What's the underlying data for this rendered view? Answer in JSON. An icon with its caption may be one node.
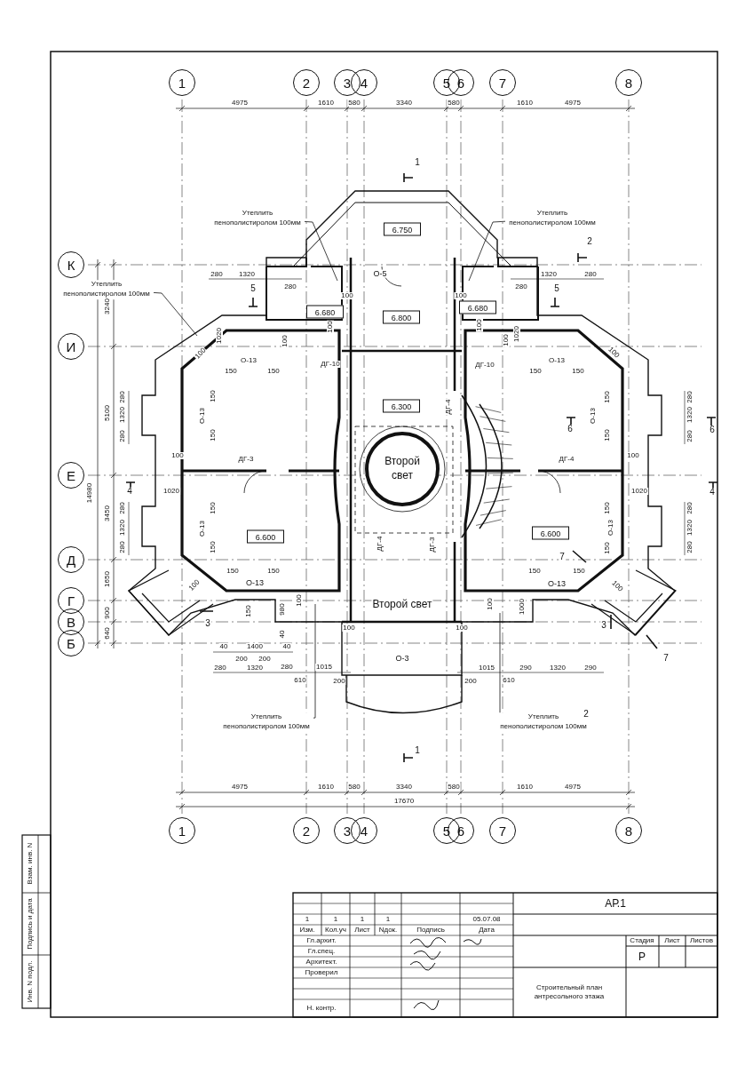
{
  "diagram": {
    "nodes": [
      {
        "text": [
          "1"
        ]
      },
      {
        "text": [
          "2"
        ]
      },
      {
        "text": [
          "3"
        ]
      },
      {
        "text": [
          "4"
        ]
      },
      {
        "text": [
          "5"
        ]
      },
      {
        "text": [
          "6"
        ]
      },
      {
        "text": [
          "7"
        ]
      },
      {
        "text": [
          "8"
        ]
      },
      {
        "text": [
          "Утеплить пенополистиролом 100мм"
        ]
      },
      {
        "text": [
          "Утеплить пенополистиролом 100мм"
        ]
      },
      {
        "text": [
          "Утеплить пенополистиролом 100мм"
        ]
      },
      {
        "text": [
          "К"
        ]
      },
      {
        "text": [
          "И"
        ]
      },
      {
        "text": [
          "Е"
        ]
      },
      {
        "text": [
          "Д"
        ]
      },
      {
        "text": [
          "Г"
        ]
      },
      {
        "text": [
          "В"
        ]
      },
      {
        "text": [
          "Б"
        ]
      },
      {
        "text": [
          "6.750"
        ]
      },
      {
        "text": [
          "6.680"
        ]
      },
      {
        "text": [
          "6.800"
        ]
      },
      {
        "text": [
          "6.680"
        ]
      },
      {
        "text": [
          "6.300"
        ]
      },
      {
        "text": [
          "Второй свет"
        ]
      },
      {
        "text": [
          "6.600"
        ]
      },
      {
        "text": [
          "6.600"
        ]
      },
      {
        "text": [
          "Утеплить пенополистиролом 100мм"
        ]
      },
      {
        "text": [
          "Утеплить пенополистиролом 100мм"
        ]
      },
      {
        "text": [
          "1"
        ]
      },
      {
        "text": [
          "2"
        ]
      },
      {
        "text": [
          "3"
        ]
      },
      {
        "text": [
          "4"
        ]
      },
      {
        "text": [
          "5"
        ]
      },
      {
        "text": [
          "6"
        ]
      },
      {
        "text": [
          "7"
        ]
      },
      {
        "text": [
          "8"
        ]
      }
    ],
    "edges": [
      {
        "from": 8,
        "to": null,
        "arrow": "none"
      },
      {
        "from": 9,
        "to": null,
        "arrow": "none"
      },
      {
        "from": 10,
        "to": null,
        "arrow": "none"
      },
      {
        "from": 26,
        "to": null,
        "arrow": "none"
      },
      {
        "from": 27,
        "to": null,
        "arrow": "none"
      }
    ],
    "labels": [
      "4975",
      "1610",
      "580",
      "3340",
      "580",
      "1610",
      "4975",
      "1",
      "2",
      "280",
      "1320",
      "5",
      "280",
      "100",
      "О-5",
      "100",
      "1020",
      "100",
      "100",
      "О-13",
      "150",
      "150",
      "ДГ-10",
      "280",
      "1320",
      "280",
      "5",
      "100",
      "100",
      "100",
      "1020",
      "100",
      "О-13",
      "150",
      "150",
      "ДГ-10",
      "ДГ-4",
      "280",
      "1320",
      "280",
      "150",
      "О-13",
      "150",
      "100",
      "ДГ-3",
      "4",
      "1020",
      "280",
      "1320",
      "280",
      "150",
      "О-13",
      "150",
      "3240",
      "5100",
      "14980",
      "3450",
      "1650",
      "900",
      "640",
      "150",
      "О-13",
      "150",
      "280",
      "1320",
      "280",
      "6",
      "6",
      "100",
      "ДГ-4",
      "4",
      "1020",
      "150",
      "О-13",
      "150",
      "280",
      "1320",
      "280",
      "7",
      "7",
      "ДГ-4",
      "ДГ-3",
      "Второй свет",
      "О-3",
      "150",
      "О-13",
      "150",
      "100",
      "3",
      "150",
      "980",
      "100",
      "100",
      "40",
      "1400",
      "40",
      "40",
      "200",
      "200",
      "280",
      "1320",
      "280",
      "610",
      "1015",
      "200",
      "150",
      "О-13",
      "150",
      "100",
      "100",
      "1000",
      "100",
      "3",
      "1015",
      "200",
      "610",
      "290",
      "1320",
      "290",
      "2",
      "1",
      "4975",
      "1610",
      "580",
      "3340",
      "580",
      "1610",
      "4975",
      "17670",
      "Взам. инв. N",
      "Подпись и дата",
      "Инв. N подл.",
      "АР.1",
      "1",
      "1",
      "1",
      "1",
      "05.07.08",
      "Изм.",
      "Кол.уч",
      "Лист",
      "Nдок.",
      "Подпись",
      "Дата",
      "Гл.архит.",
      "Гл.спец.",
      "Архитект.",
      "Проверил",
      "Н. контр.",
      "Стадия",
      "Лист",
      "Листов",
      "Р",
      "Строительный план антресольного этажа"
    ]
  }
}
